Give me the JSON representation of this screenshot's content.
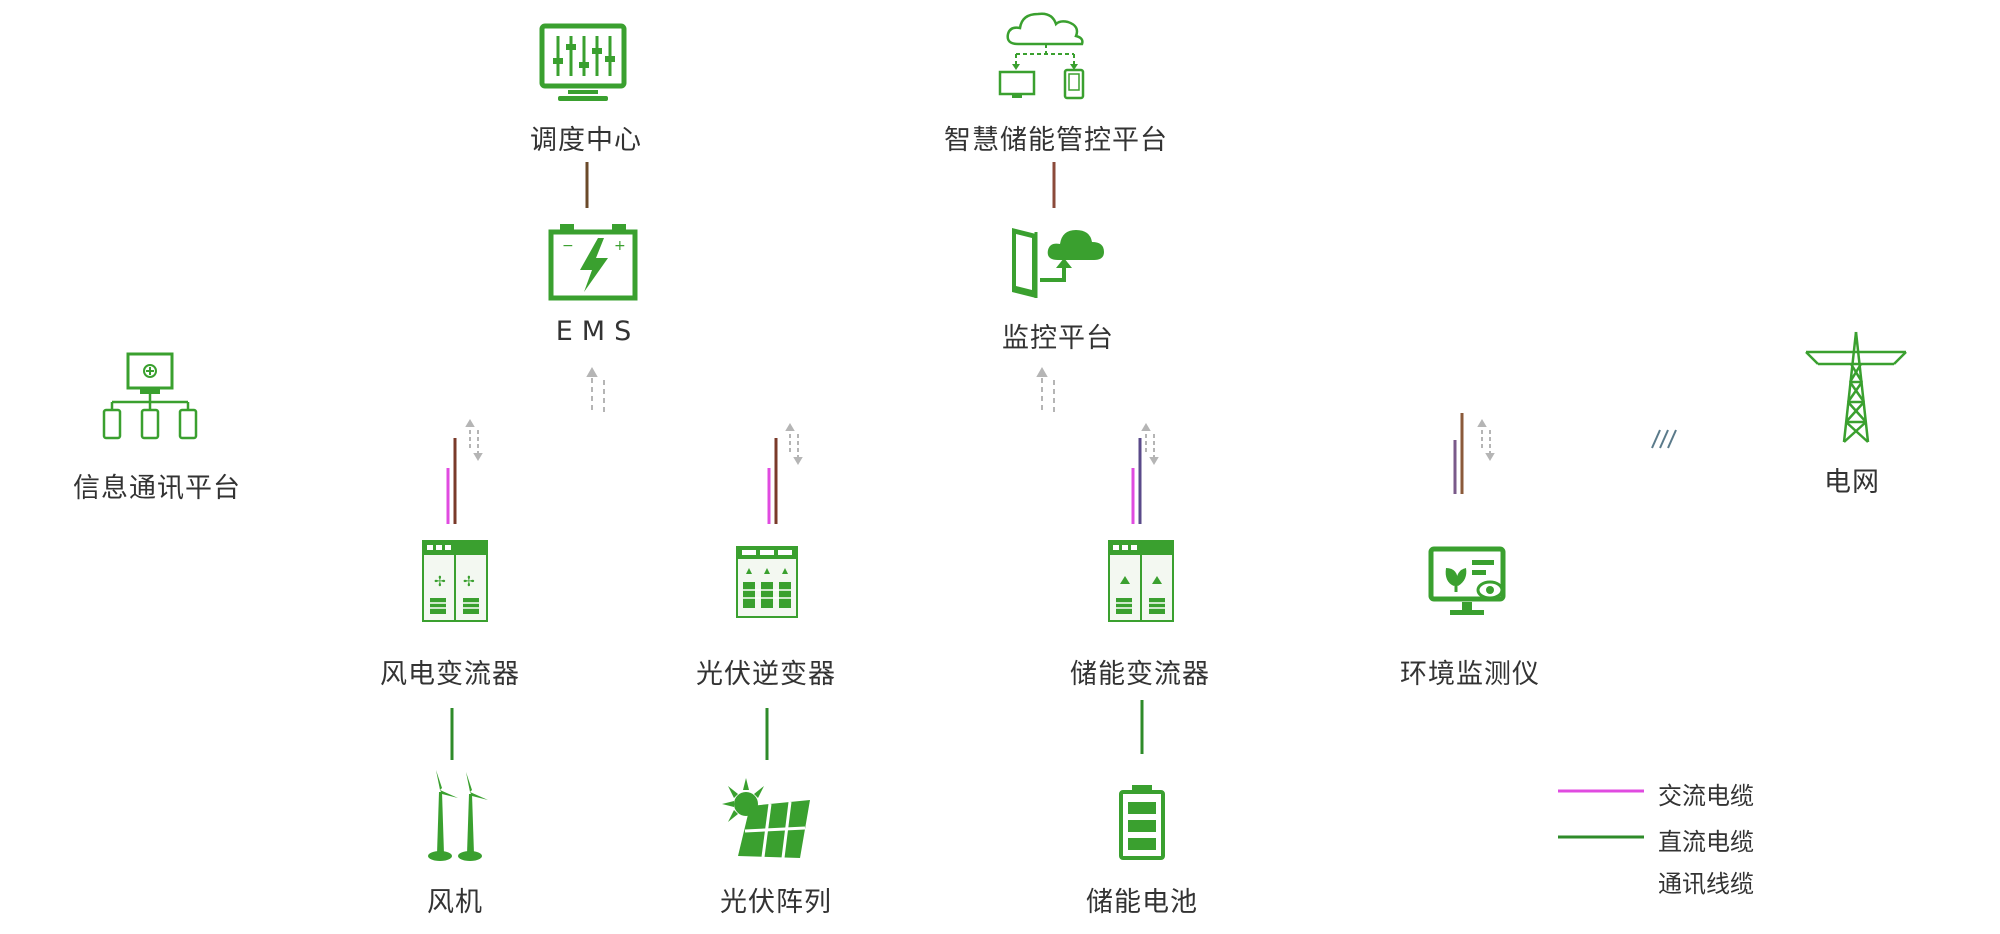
{
  "colors": {
    "green": "#3aa02f",
    "ac_cable": "#e04be0",
    "dc_cable": "#2e8b2a",
    "comm_cable_start": "#6b4a2a",
    "comm_cable_mid": "#c0506a",
    "comm_cable_end": "#a9c88a",
    "signal_arrow": "#b5b5b5"
  },
  "top_nodes": [
    {
      "id": "dispatch",
      "label": "调度中心",
      "icon": "control-panel-monitor-icon"
    },
    {
      "id": "smart_platform",
      "label": "智慧储能管控平台",
      "icon": "cloud-devices-icon"
    }
  ],
  "mid_nodes": [
    {
      "id": "ems",
      "label": "EMS",
      "icon": "battery-bolt-icon"
    },
    {
      "id": "monitor",
      "label": "监控平台",
      "icon": "door-cloud-upload-icon"
    }
  ],
  "side_nodes": [
    {
      "id": "info",
      "label": "信息通讯平台",
      "icon": "network-devices-icon"
    },
    {
      "id": "grid",
      "label": "电网",
      "icon": "power-tower-icon"
    }
  ],
  "device_nodes": [
    {
      "id": "wind_converter",
      "label": "风电变流器",
      "icon": "wind-converter-cabinet-icon"
    },
    {
      "id": "pv_inverter",
      "label": "光伏逆变器",
      "icon": "pv-inverter-cabinet-icon"
    },
    {
      "id": "storage_converter",
      "label": "储能变流器",
      "icon": "storage-converter-cabinet-icon"
    },
    {
      "id": "env_monitor",
      "label": "环境监测仪",
      "icon": "env-monitor-icon"
    }
  ],
  "source_nodes": [
    {
      "id": "turbine",
      "label": "风机",
      "icon": "wind-turbine-icon"
    },
    {
      "id": "pv_array",
      "label": "光伏阵列",
      "icon": "solar-panel-icon"
    },
    {
      "id": "battery",
      "label": "储能电池",
      "icon": "battery-icon"
    }
  ],
  "legend": [
    {
      "label": "交流电缆",
      "type": "ac"
    },
    {
      "label": "直流电缆",
      "type": "dc"
    },
    {
      "label": "通讯线缆",
      "type": "comm"
    }
  ]
}
